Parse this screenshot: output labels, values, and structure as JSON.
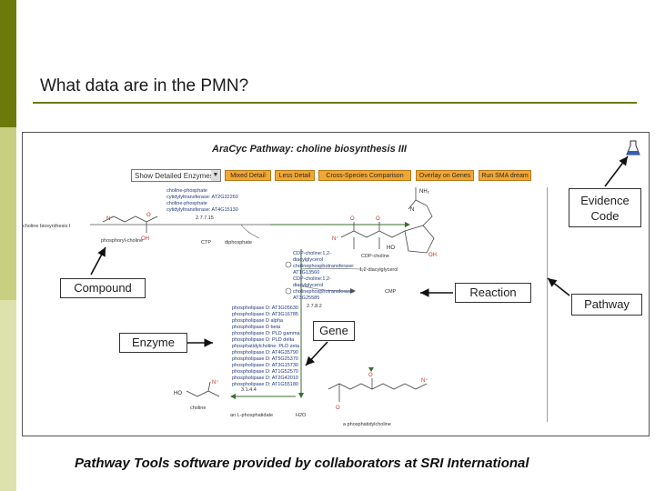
{
  "slide": {
    "title": "What data are in the PMN?",
    "footer": "Pathway Tools software provided by collaborators at SRI International",
    "callouts": {
      "evidence_code": "Evidence\nCode",
      "compound": "Compound",
      "reaction": "Reaction",
      "pathway": "Pathway",
      "enzyme": "Enzyme",
      "gene": "Gene"
    }
  },
  "screenshot": {
    "pathway_title": "AraCyc Pathway: choline biosynthesis III",
    "selector": {
      "value": "Show Detailed Enzymes"
    },
    "toolbar": [
      "Mixed Detail",
      "Less Detail",
      "Cross-Species Comparison",
      "Overlay on Genes",
      "Run SMA dream"
    ],
    "labels": {
      "upstream_pathway": "choline biosynthesis I",
      "substrate1": "phosphoryl-choline",
      "ctp": "CTP",
      "diphosphate": "diphosphate",
      "cdp_choline": "CDP-choline",
      "diacylglycerol": "1,2-diacylglycerol",
      "cmp": "CMP",
      "choline": "choline",
      "water": "H2O",
      "phosphatidate": "an L-phosphatidate",
      "pc": "a phosphatidylcholine",
      "ec1": "2.7.7.15",
      "ec2": "2.7.8.2",
      "ec3": "3.1.4.4"
    },
    "enzymes_top": [
      "choline-phosphate",
      "cytidylyltransferase: AT2G32260",
      "choline-phosphate",
      "cytidylyltransferase: AT4G15130"
    ],
    "enzymes_mid": [
      "CDP-choline:1,2-",
      "diacylglycerol",
      "cholinephosphotransferase:",
      "AT1G13560",
      "CDP-choline:1,2-",
      "diacylglycerol",
      "cholinephosphotransferase:",
      "AT3G25585"
    ],
    "enzymes_bottom": [
      "phospholipase D: AT3G05630",
      "phospholipase D: AT3G16785",
      "phospholipase D alpha",
      "phospholipase D beta",
      "phospholipase D: PLD gamma",
      "phospholipase D: PLD delta",
      "phosphatidylcholine: PLD zeta",
      "phospholipase D: AT4G35790",
      "phospholipase D: AT5G25370",
      "phospholipase D: AT3G15730",
      "phospholipase D: AT1G52570",
      "phospholipase D: AT2G42010",
      "phospholipase D: AT1G55180"
    ]
  },
  "colors": {
    "accent_olive": "#6b7a0b",
    "toolbar_orange": "#f1a733",
    "link_blue": "#223a7a",
    "bond_red": "#c0392b"
  }
}
